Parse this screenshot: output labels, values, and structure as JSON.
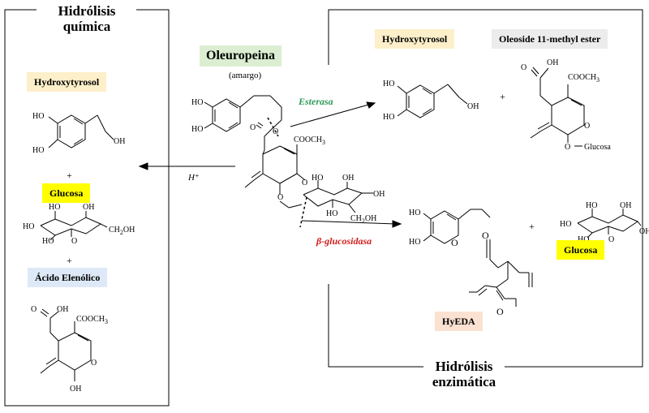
{
  "left_panel": {
    "title_line1": "Hidrólisis",
    "title_line2": "química",
    "hydroxytyrosol_label": "Hydroxytyrosol",
    "glucosa_label": "Glucosa",
    "acido_label": "Ácido Elenólico",
    "plus_1": "+",
    "plus_2": "+"
  },
  "right_panel": {
    "title_line1": "Hidrólisis",
    "title_line2": "enzimática",
    "hydroxytyrosol_label": "Hydroxytyrosol",
    "oleoside_label": "Oleoside 11-methyl ester",
    "glucosa_label": "Glucosa",
    "hyeda_label": "HyEDA",
    "plus_1": "+",
    "plus_2": "+"
  },
  "center": {
    "oleuropeina_label": "Oleuropeina",
    "amargo": "(amargo)",
    "esterasa": "Esterasa",
    "glucosidasa": "β-glucosidasa",
    "h_plus": "H⁺"
  },
  "chem_labels": {
    "ho": "HO",
    "oh": "OH",
    "o": "O",
    "cooch3": "COOCH",
    "ch2oh": "CH",
    "glucosa_text": "Glucosa",
    "sub3": "3",
    "sub2": "2",
    "oh_tail": "OH"
  },
  "colors": {
    "hydroxytyrosol_bg": "#fdefc9",
    "glucosa_bg": "#ffff00",
    "acido_bg": "#dde9f6",
    "oleoside_bg": "#ececec",
    "hyeda_bg": "#fbe1d2",
    "oleuropeina_bg": "#dbeed2",
    "esterasa_color": "#2e9a5a",
    "glucosidasa_color": "#d11d1d"
  }
}
